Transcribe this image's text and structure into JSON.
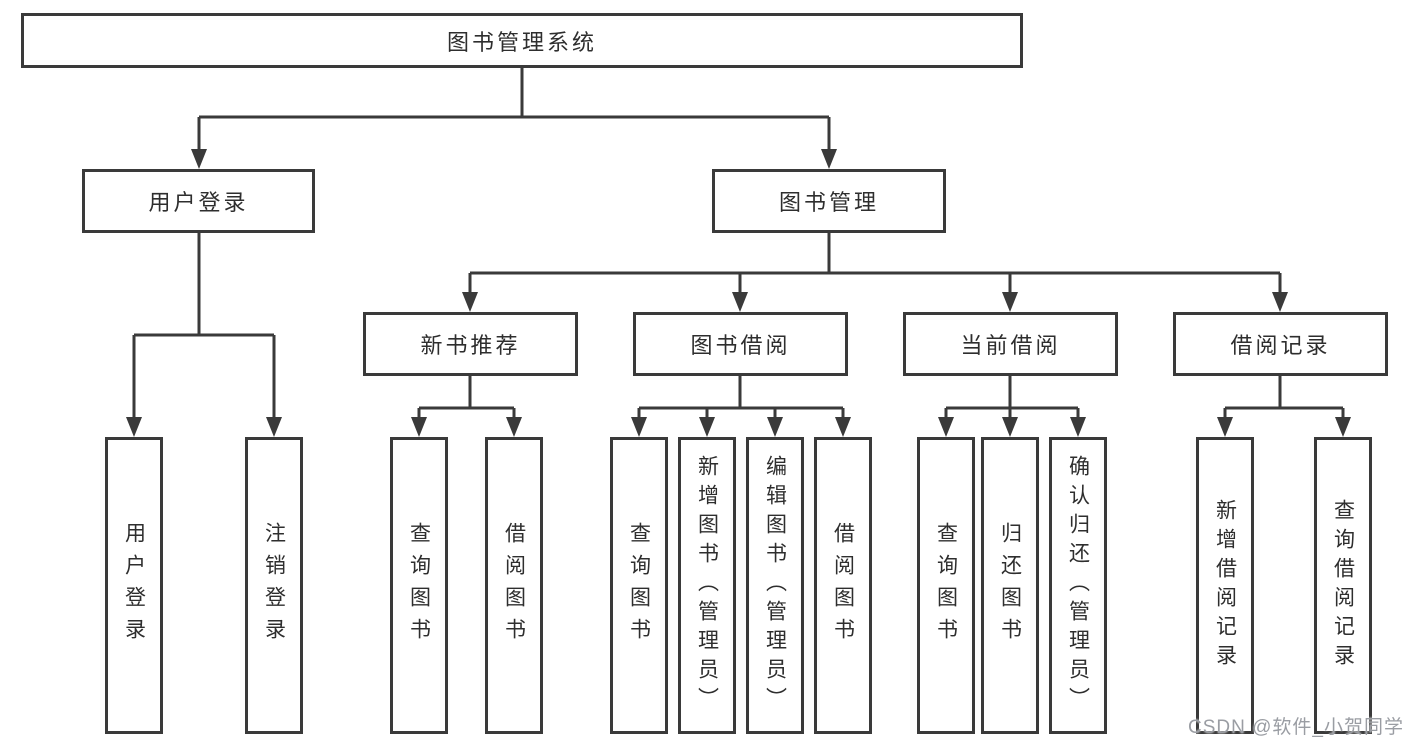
{
  "tree": {
    "root": "图书管理系统",
    "groups": [
      {
        "parent": "用户登录",
        "children": [
          "用户登录",
          "注销登录"
        ]
      },
      {
        "parent": "图书管理",
        "sections": [
          {
            "parent": "新书推荐",
            "children": [
              "查询图书",
              "借阅图书"
            ]
          },
          {
            "parent": "图书借阅",
            "children": [
              "查询图书",
              "新增图书（管理员）",
              "编辑图书（管理员）",
              "借阅图书"
            ]
          },
          {
            "parent": "当前借阅",
            "children": [
              "查询图书",
              "归还图书",
              "确认归还（管理员）"
            ]
          },
          {
            "parent": "借阅记录",
            "children": [
              "新增借阅记录",
              "查询借阅记录"
            ]
          }
        ]
      }
    ]
  },
  "watermark": "CSDN @软件_小贺同学",
  "colors": {
    "line": "#3a3a3a",
    "text": "#2e2e2e",
    "background": "#ffffff",
    "watermark": "#9a9da3"
  }
}
